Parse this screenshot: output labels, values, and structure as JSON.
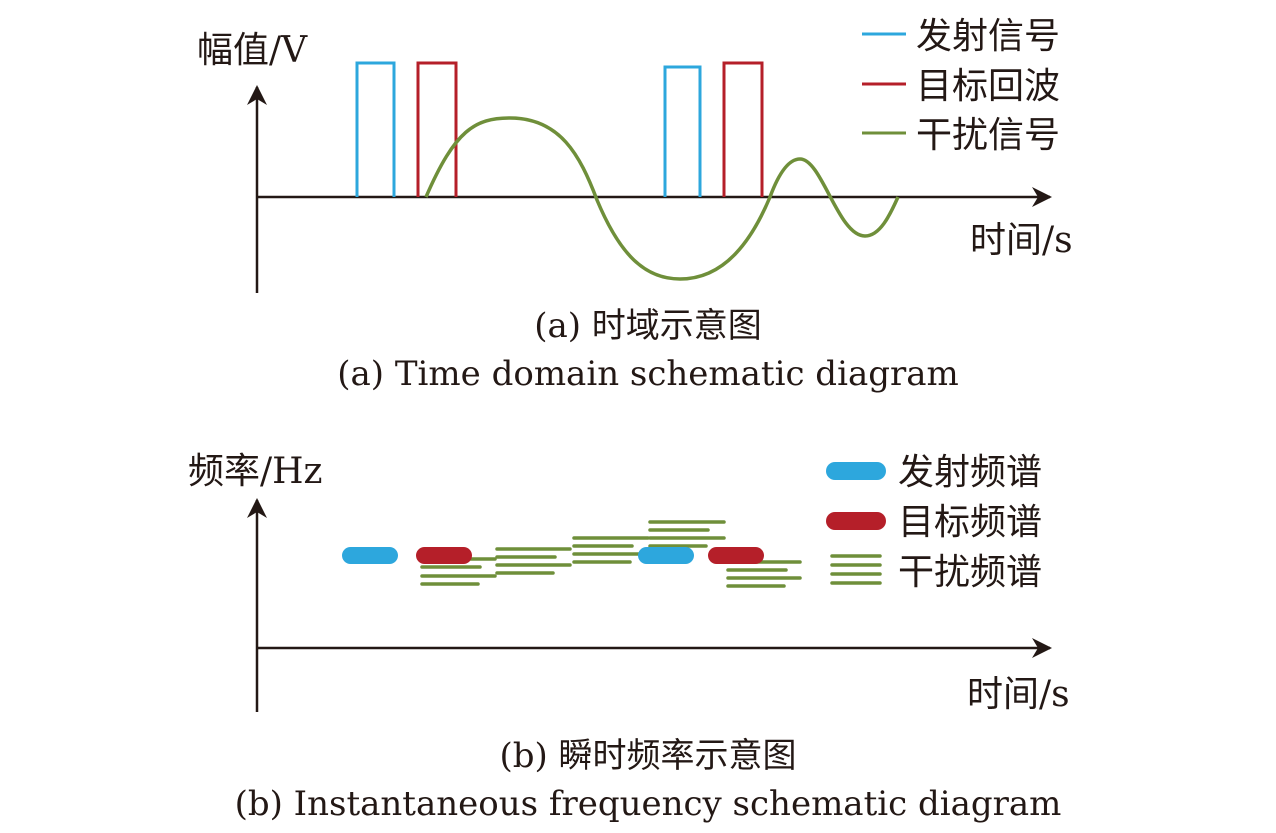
{
  "colors": {
    "axis": "#231815",
    "transmit": "#2da7dd",
    "target": "#b51f29",
    "jamming": "#6f8f3a",
    "background": "#ffffff"
  },
  "panel_a": {
    "ylabel": "幅值/V",
    "xlabel": "时间/s",
    "legend": [
      "发射信号",
      "目标回波",
      "干扰信号"
    ],
    "caption_cn": "(a) 时域示意图",
    "caption_en": "(a) Time domain schematic diagram"
  },
  "panel_b": {
    "ylabel": "频率/Hz",
    "xlabel": "时间/s",
    "legend": [
      "发射频谱",
      "目标频谱",
      "干扰频谱"
    ],
    "caption_cn": "(b) 瞬时频率示意图",
    "caption_en": "(b) Instantaneous frequency schematic diagram"
  }
}
